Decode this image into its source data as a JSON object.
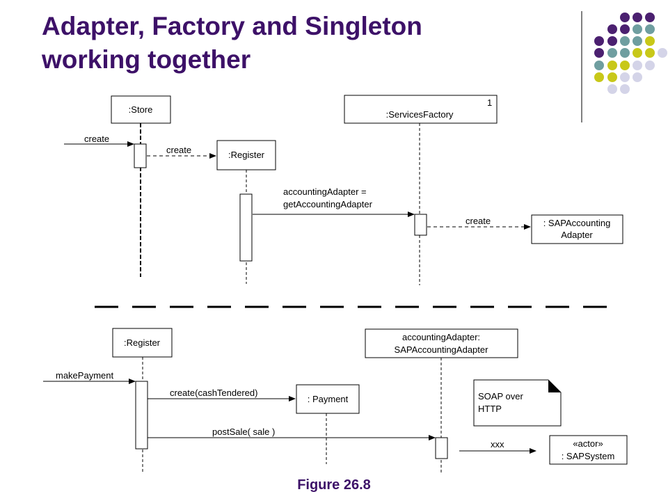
{
  "title": {
    "line1": "Adapter, Factory and Singleton",
    "line2": "working together"
  },
  "caption": "Figure 26.8",
  "colors": {
    "title": "#3d1168",
    "dot_purple": "#4b2070",
    "dot_teal": "#6f9ea0",
    "dot_yellow": "#c8c819",
    "dot_lavender": "#d4d4e8"
  },
  "top_diagram": {
    "store": ":Store",
    "factory": ":ServicesFactory",
    "factory_multiplicity": "1",
    "register": ":Register",
    "adapter_line1": ": SAPAccounting",
    "adapter_line2": "Adapter",
    "msg_create_store": "create",
    "msg_create_register": "create",
    "msg_get_line1": "accountingAdapter =",
    "msg_get_line2": "getAccountingAdapter",
    "msg_create_adapter": "create"
  },
  "bottom_diagram": {
    "register": ":Register",
    "adapter_line1": "accountingAdapter:",
    "adapter_line2": "SAPAccountingAdapter",
    "payment": ": Payment",
    "actor_line1": "«actor»",
    "actor_line2": ": SAPSystem",
    "note_line1": "SOAP over",
    "note_line2": "HTTP",
    "msg_make_payment": "makePayment",
    "msg_create_payment": "create(cashTendered)",
    "msg_post_sale": "postSale( sale )",
    "msg_xxx": "xxx"
  }
}
